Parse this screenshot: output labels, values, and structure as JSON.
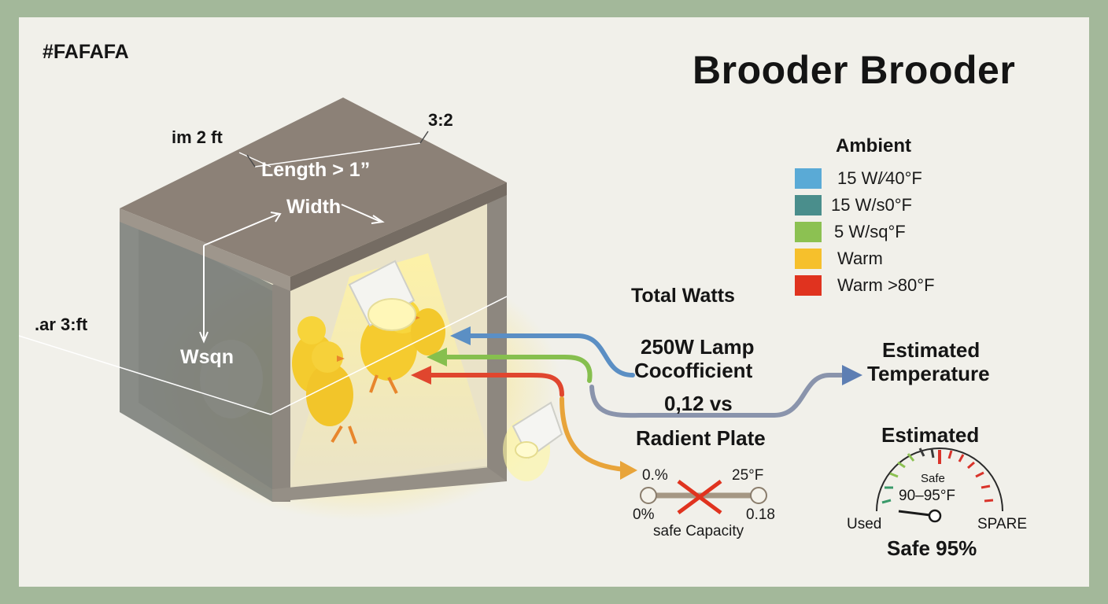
{
  "hex_label": "#FAFAFA",
  "title": "Brooder Brooder",
  "box_labels": {
    "top_left_dim": "im 2 ft",
    "top_right_dim": "3:2",
    "left_dim": ".ar 3:ft",
    "length": "Length > 1”",
    "width": "Width",
    "floor": "Wsqn"
  },
  "legend": {
    "title": "Ambient",
    "items": [
      {
        "label": "15 W/⁄40°F",
        "color": "#5aaad6"
      },
      {
        "label": "15 W/s0°F",
        "color": "#4a8e8c"
      },
      {
        "label": "5 W/sq°F",
        "color": "#8cc152"
      },
      {
        "label": "Warm",
        "color": "#f6c02c"
      },
      {
        "label": "Warm >80°F",
        "color": "#e0331f"
      }
    ]
  },
  "calc": {
    "total_watts": "Total Watts",
    "lamp_line1": "250W Lamp",
    "lamp_line2": "Cocofficient",
    "value": "0,12 vs",
    "radiant": "Radient Plate",
    "estimated_temp_line1": "Estimated",
    "estimated_temp_line2": "Temperature"
  },
  "slider": {
    "left_top": "0.%",
    "right_top": "25°F",
    "left_bottom": "0%",
    "right_bottom": "0.18",
    "caption": "safe Capacity"
  },
  "gauge": {
    "title": "Estimated",
    "zone": "Safe",
    "range": "90–95°F",
    "left": "Used",
    "right": "SPARE",
    "bottom": "Safe 95%",
    "colors": {
      "low": "#3a9a6a",
      "mid": "#8cc152",
      "high": "#d9342b"
    }
  },
  "arrow_colors": {
    "blue": "#5b8fc4",
    "green": "#86bf4e",
    "red": "#e0462e",
    "orange": "#e8a43a",
    "slate": "#5d7eb3"
  }
}
